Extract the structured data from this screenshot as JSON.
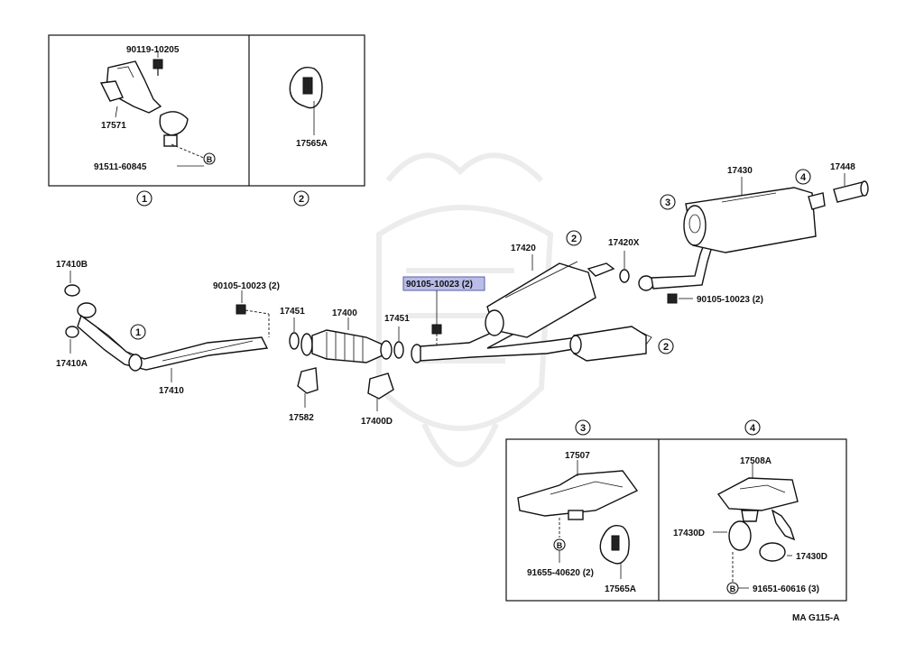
{
  "labels": {
    "p90119": "90119-10205",
    "p17571": "17571",
    "p91511": "91511-60845",
    "p17565A_top": "17565A",
    "p17430": "17430",
    "p17448": "17448",
    "p17420": "17420",
    "p17420X": "17420X",
    "p90105_right": "90105-10023 (2)",
    "p90105_mid": "90105-10023 (2)",
    "p90105_left": "90105-10023 (2)",
    "p17410B": "17410B",
    "p17410A": "17410A",
    "p17410": "17410",
    "p17451_left": "17451",
    "p17400": "17400",
    "p17451_right": "17451",
    "p17582": "17582",
    "p17400D": "17400D",
    "p17507": "17507",
    "p91655": "91655-40620 (2)",
    "p17565A_bot": "17565A",
    "p17508A": "17508A",
    "p17430D_left": "17430D",
    "p17430D_right": "17430D",
    "p91651": "91651-60616 (3)",
    "footer": "MA G115-A"
  },
  "markers": {
    "b_letter": "B",
    "c1": "1",
    "c2": "2",
    "c3": "3",
    "c4": "4"
  },
  "highlight_color": "#b9bde8"
}
